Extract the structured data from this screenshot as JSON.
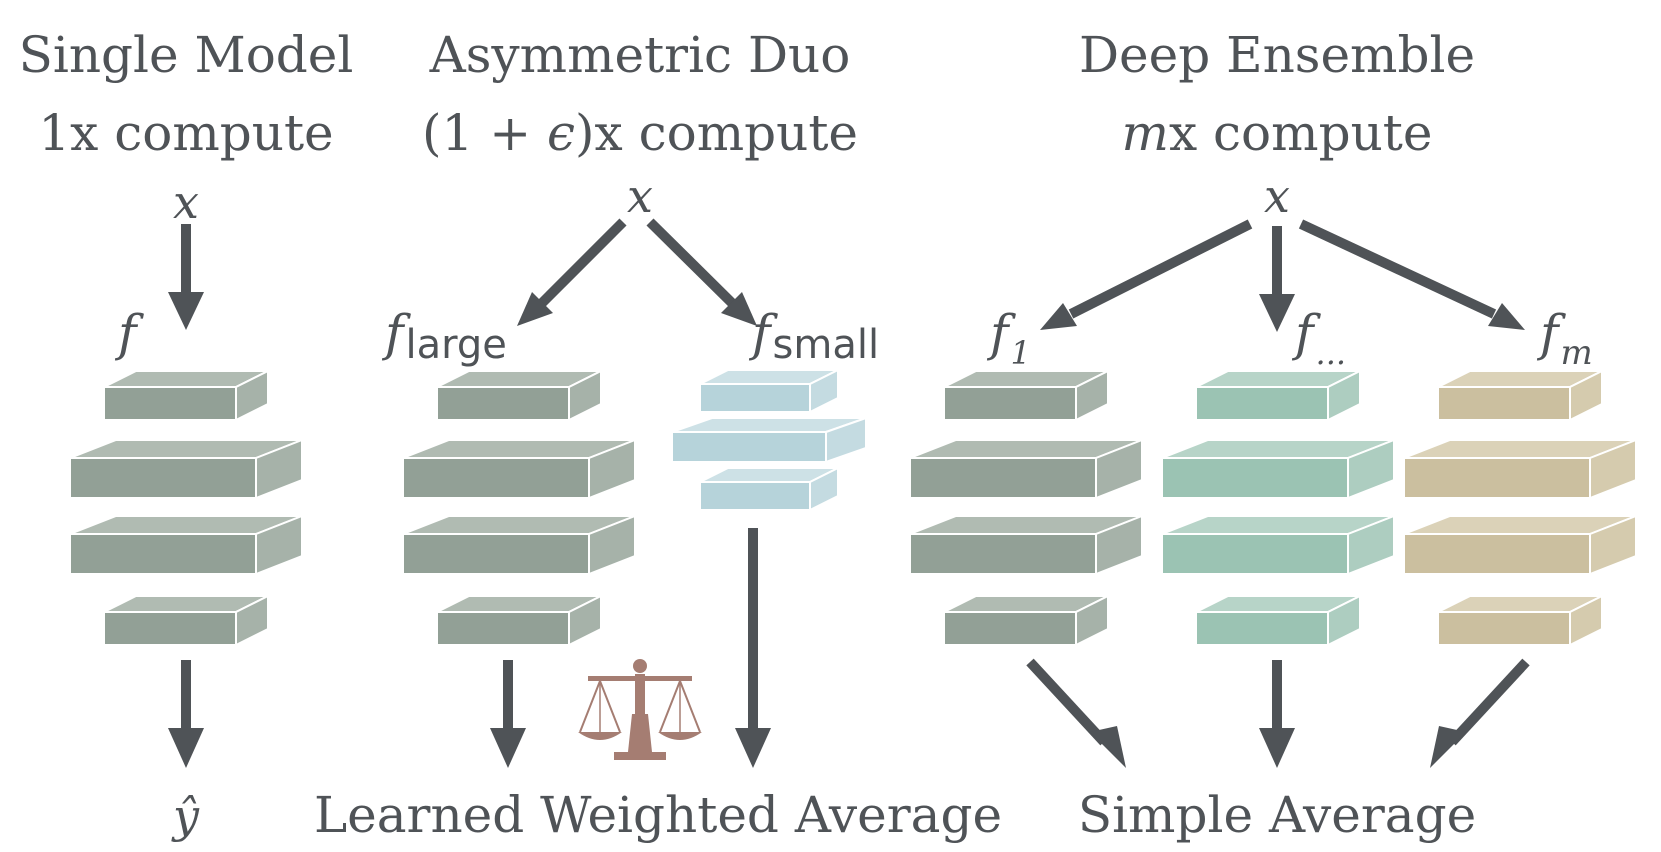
{
  "single": {
    "title": "Single Model",
    "compute_factor": "1",
    "compute_suffix": "x compute",
    "input": "x",
    "model": "f",
    "output": "ŷ"
  },
  "duo": {
    "title": "Asymmetric Duo",
    "compute_prefix": "(1 + ",
    "compute_epsilon": "ϵ",
    "compute_suffix": ")x compute",
    "input": "x",
    "large_model": "f",
    "large_sub": "large",
    "small_model": "f",
    "small_sub": "small",
    "combine_label": "Learned Weighted Average",
    "scale_icon": "balance-scale-icon"
  },
  "ensemble": {
    "title": "Deep Ensemble",
    "compute_factor": "m",
    "compute_suffix": "x compute",
    "input": "x",
    "models": [
      {
        "name": "f",
        "sub": "1"
      },
      {
        "name": "f",
        "sub": "..."
      },
      {
        "name": "f",
        "sub": "m"
      }
    ],
    "combine_label": "Simple Average"
  },
  "colors": {
    "text": "#4f5357",
    "arrow": "#4f5357",
    "gray_block": "#92a096",
    "small_block": "#b6d3da",
    "teal_block": "#9bc3b3",
    "tan_block": "#cbbf9f",
    "scale": "#a57d72"
  }
}
